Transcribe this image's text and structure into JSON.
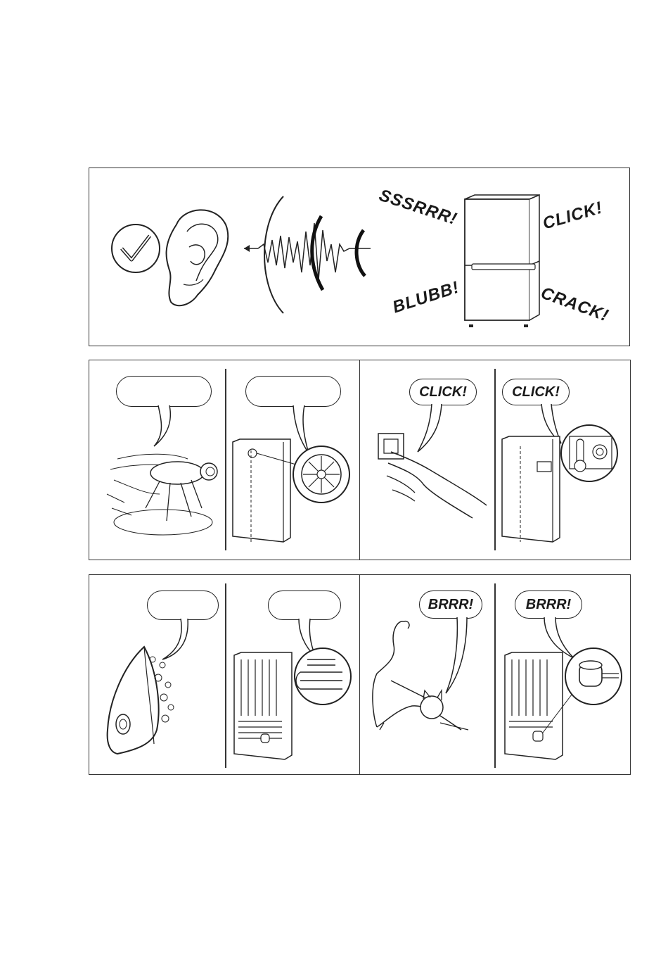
{
  "top_panel": {
    "sounds": {
      "hiss": "SSSRRR!",
      "click": "CLICK!",
      "blubb": "BLUBB!",
      "crack": "CRACK!"
    }
  },
  "row2": {
    "fly_bubble": "",
    "fan_bubble": "",
    "switch_bubble": "CLICK!",
    "thermostat_bubble": "CLICK!"
  },
  "row3": {
    "iron_bubble": "",
    "condenser_bubble": "",
    "cat_bubble": "BRRR!",
    "compressor_bubble": "BRRR!"
  }
}
